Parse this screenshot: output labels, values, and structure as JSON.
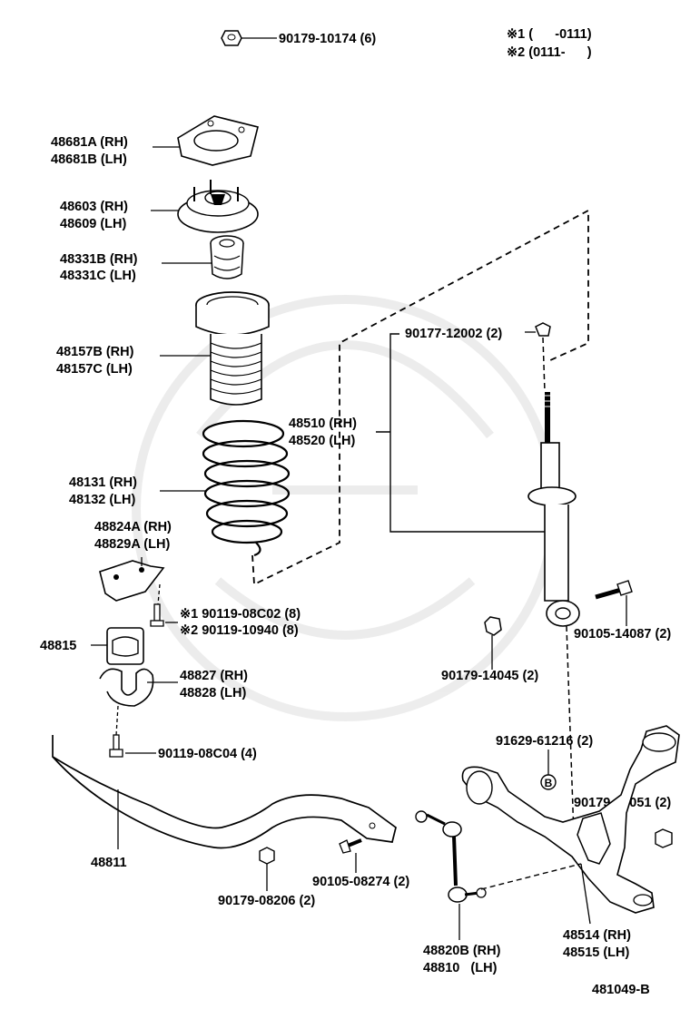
{
  "footnotes": [
    "※1 (      -0111)",
    "※2 (0111-      )"
  ],
  "figure_id": "481049-B",
  "parts": {
    "p90179_10174": "90179-10174 (6)",
    "p48681": [
      "48681A (RH)",
      "48681B (LH)"
    ],
    "p48603": [
      "48603 (RH)",
      "48609 (LH)"
    ],
    "p48331": [
      "48331B (RH)",
      "48331C (LH)"
    ],
    "p48157": [
      "48157B (RH)",
      "48157C (LH)"
    ],
    "p48510": [
      "48510 (RH)",
      "48520 (LH)"
    ],
    "p90177_12002": "90177-12002 (2)",
    "p48131": [
      "48131 (RH)",
      "48132 (LH)"
    ],
    "p48824": [
      "48824A (RH)",
      "48829A (LH)"
    ],
    "p90119_08c02": "※1 90119-08C02 (8)",
    "p90119_10940": "※2 90119-10940 (8)",
    "p48815": "48815",
    "p48827": [
      "48827 (RH)",
      "48828 (LH)"
    ],
    "p90105_14087": "90105-14087 (2)",
    "p90179_14045": "90179-14045 (2)",
    "p90119_08c04": "90119-08C04 (4)",
    "p91629_61216": "91629-61216 (2)",
    "p90179_12051": "90179-12051 (2)",
    "p48811": "48811",
    "p90105_08274": "90105-08274 (2)",
    "p90179_08206": "90179-08206 (2)",
    "p48820": [
      "48820B (RH)",
      "48810   (LH)"
    ],
    "p48514": [
      "48514 (RH)",
      "48515 (LH)"
    ]
  },
  "callout_letter": "B"
}
